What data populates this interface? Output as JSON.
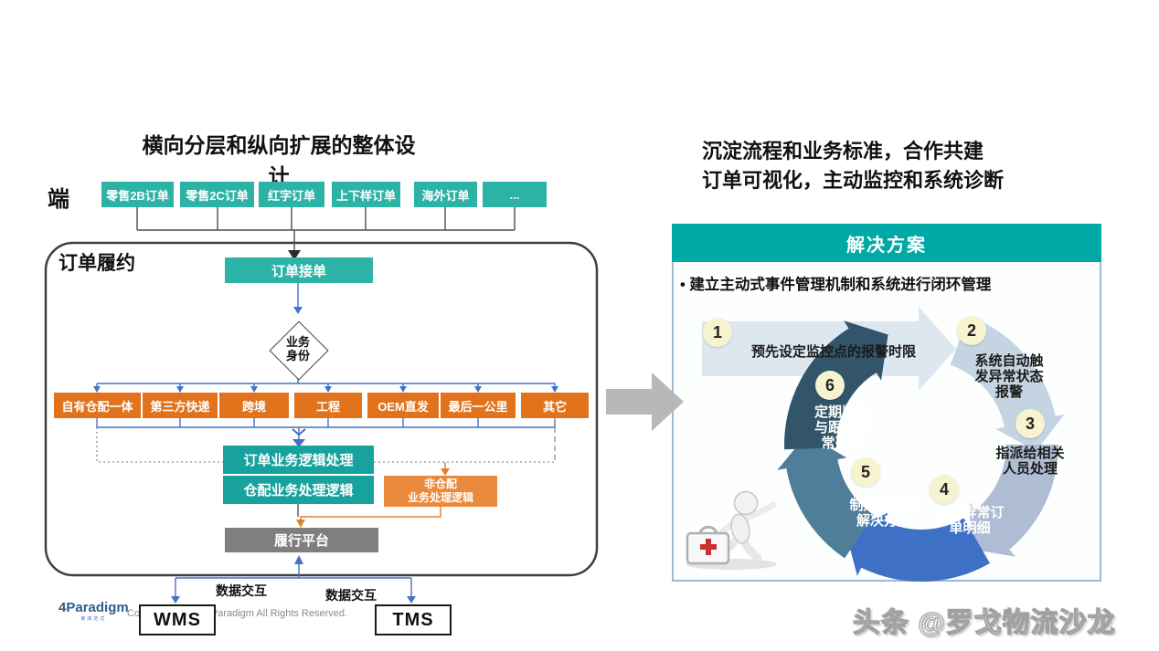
{
  "left": {
    "title": "横向分层和纵向扩展的整体设计",
    "endpoint_label": "端",
    "endpoints": [
      "零售2B订单",
      "零售2C订单",
      "红字订单",
      "上下样订单",
      "海外订单",
      "..."
    ],
    "container_label": "订单履约",
    "receive_box": "订单接单",
    "decision": "业务\n身份",
    "channels": [
      "自有仓配一体",
      "第三方快递",
      "跨境",
      "工程",
      "OEM直发",
      "最后一公里",
      "其它"
    ],
    "logic_box_1": "订单业务逻辑处理",
    "logic_box_2": "仓配业务处理逻辑",
    "non_warehouse_box": "非仓配\n业务处理逻辑",
    "platform_box": "履行平台",
    "data_exchange_left": "数据交互",
    "data_exchange_right": "数据交互",
    "wms": "WMS",
    "tms": "TMS",
    "logo": "4Paradigm",
    "logo_sub": "第四范式",
    "copyright": "Copyright ©2021 4Paradigm All Rights Reserved."
  },
  "right": {
    "title": "沉淀流程和业务标准，合作共建\n订单可视化，主动监控和系统诊断",
    "panel_header": "解决方案",
    "bullet": "• 建立主动式事件管理机制和系统进行闭环管理",
    "cycle_steps": [
      {
        "num": "1",
        "text": "预先设定监控点的报警时限"
      },
      {
        "num": "2",
        "text": "系统自动触\n发异常状态\n报警"
      },
      {
        "num": "3",
        "text": "指派给相关\n人员处理"
      },
      {
        "num": "4",
        "text": "核查异常订\n单明细"
      },
      {
        "num": "5",
        "text": "制定并执行\n解决方案"
      },
      {
        "num": "6",
        "text": "定期监管\n与跟踪异\n常列表"
      }
    ]
  },
  "watermark": "头条 @罗戈物流沙龙",
  "colors": {
    "teal": "#2cb3a5",
    "teal_deep": "#18a29d",
    "orange": "#e2731d",
    "orange_light": "#e98a3c",
    "platform_gray": "#7f7f7f",
    "header_teal": "#00a9a6",
    "connector_blue": "#4472c4",
    "cycle_blue": "#3e70c5",
    "cycle_steel": "#4f7e99",
    "cycle_slate": "#33556b"
  }
}
